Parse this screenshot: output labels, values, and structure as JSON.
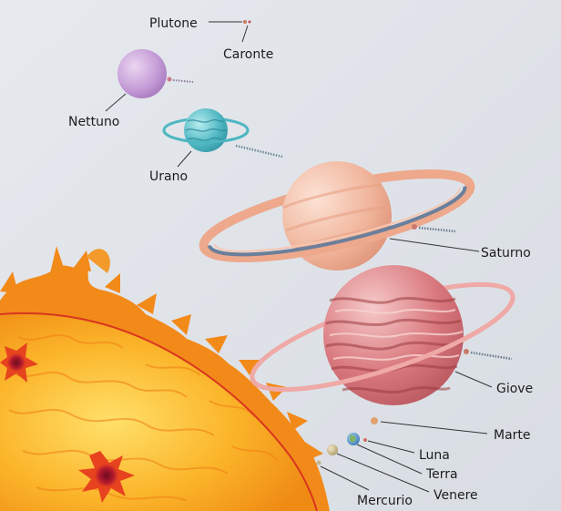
{
  "diagram": {
    "labels": {
      "pluto": "Plutone",
      "charon": "Caronte",
      "neptune": "Nettuno",
      "uranus": "Urano",
      "saturn": "Saturno",
      "jupiter": "Giove",
      "mars": "Marte",
      "moon": "Luna",
      "earth": "Terra",
      "venus": "Venere",
      "mercury": "Mercurio"
    },
    "colors": {
      "background": "#dfe3e8",
      "sun": "#f6a51a",
      "neptune": "#c59ad6",
      "uranus": "#4fb7c2",
      "saturn": "#f0b49a",
      "jupiter": "#d9797e",
      "mars": "#e2a06f",
      "earth": "#4a8fc9"
    }
  }
}
